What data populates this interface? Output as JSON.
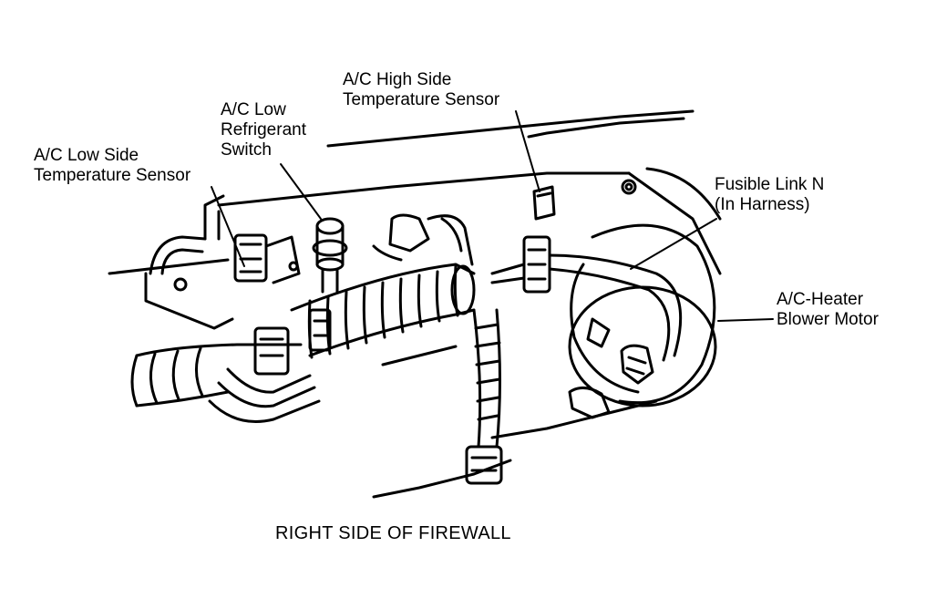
{
  "labels": {
    "low_side_temp_sensor": "A/C Low Side\nTemperature Sensor",
    "low_refrigerant_switch": "A/C Low\nRefrigerant\nSwitch",
    "high_side_temp_sensor": "A/C High Side\nTemperature Sensor",
    "fusible_link": "Fusible Link N\n(In Harness)",
    "blower_motor": "A/C-Heater\nBlower Motor"
  },
  "caption": "RIGHT SIDE OF FIREWALL"
}
